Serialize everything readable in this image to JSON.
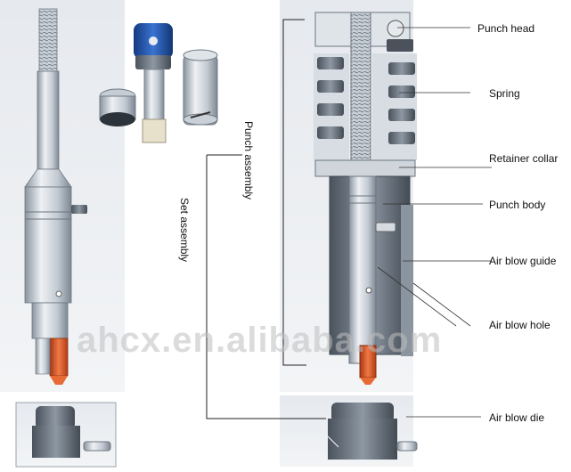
{
  "diagram": {
    "labels": {
      "punch_head": "Punch head",
      "spring": "Spring",
      "retainer_collar": "Retainer collar",
      "punch_body": "Punch body",
      "air_blow_guide": "Air blow guide",
      "air_blow_hole": "Air blow hole",
      "air_blow_die": "Air blow die",
      "punch_assembly": "Punch assembly",
      "set_assembly": "Set assembly"
    },
    "watermark": "ahcx.en.alibaba.com",
    "colors": {
      "steel_light": "#e2e7ec",
      "steel_mid": "#b6bfc8",
      "steel_dark": "#7a8591",
      "cutaway": "#4f5864",
      "blue_part": "#1f4fa6",
      "copper_tip": "#e0552a"
    }
  }
}
